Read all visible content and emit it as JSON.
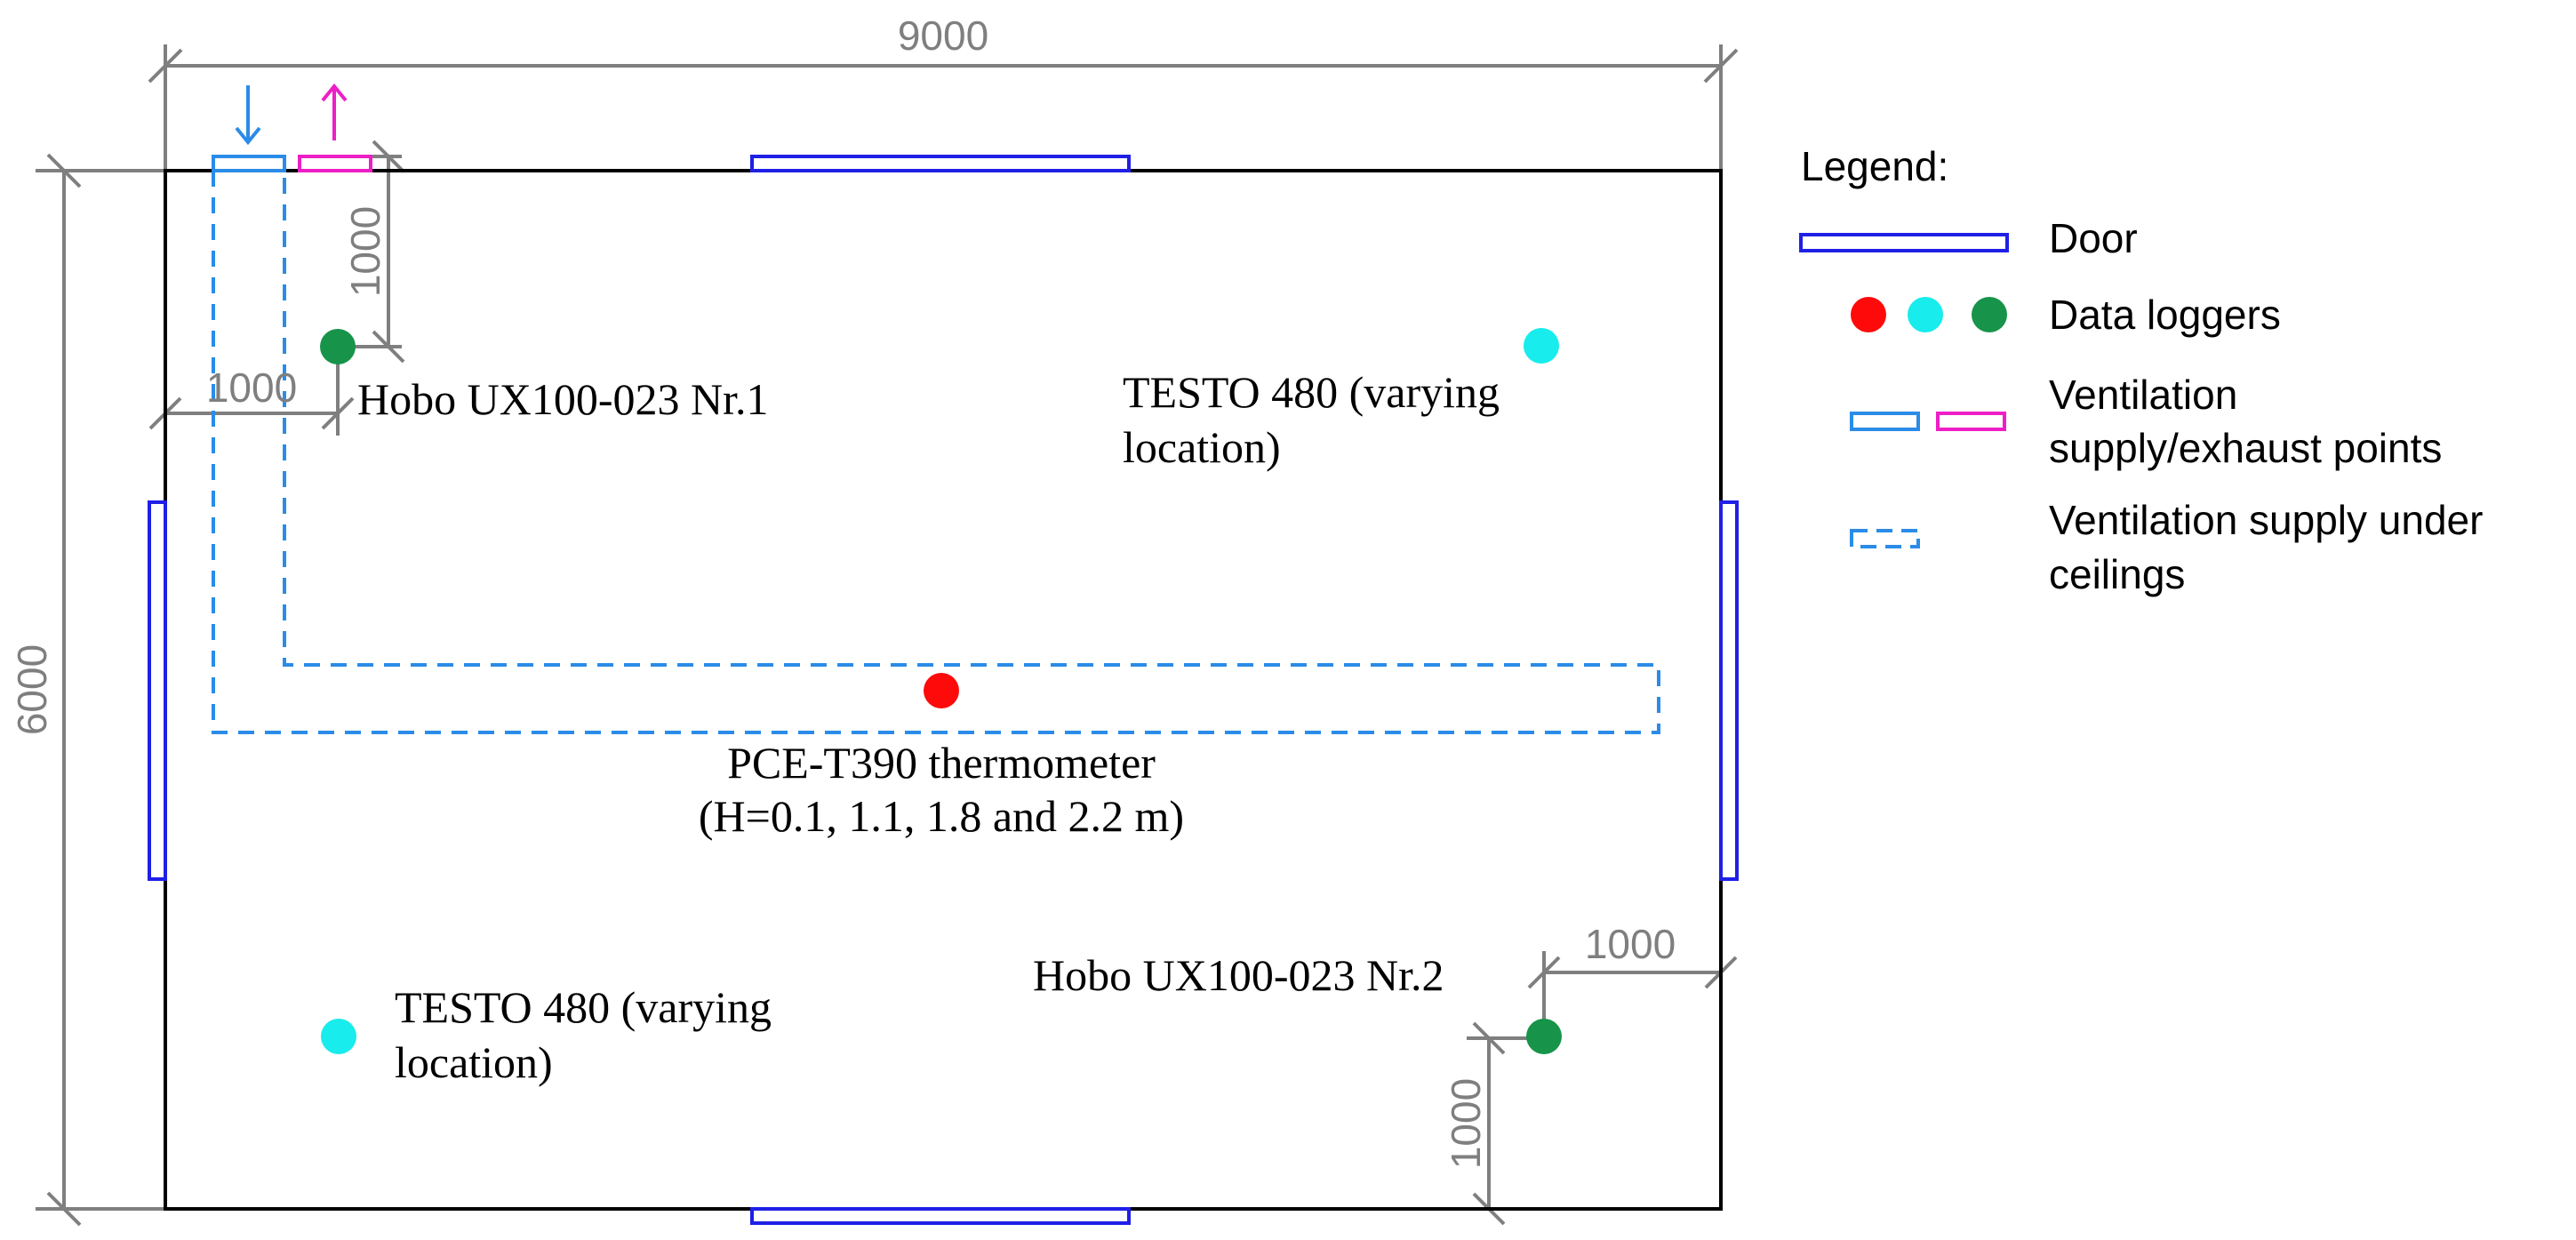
{
  "colors": {
    "door": "#1f1fe6",
    "supply": "#2b8ce8",
    "exhaust": "#ee1fc6",
    "dimension": "#7f7f7f",
    "wall": "#000000",
    "logger_red": "#ff0a0a",
    "logger_cyan": "#18ecec",
    "logger_green": "#17944a"
  },
  "dimensions": {
    "room_width": "9000",
    "room_depth": "6000",
    "offset_vertical_top": "1000",
    "offset_horizontal_left": "1000",
    "offset_horizontal_right": "1000",
    "offset_vertical_bottom": "1000"
  },
  "loggers": {
    "hobo1": "Hobo UX100-023 Nr.1",
    "testo_top": [
      "TESTO 480 (varying",
      "location)"
    ],
    "pce": [
      "PCE-T390 thermometer",
      "(H=0.1, 1.1, 1.8 and 2.2 m)"
    ],
    "hobo2": "Hobo UX100-023 Nr.2",
    "testo_bottom": [
      "TESTO 480 (varying",
      "location)"
    ]
  },
  "icons": {
    "supply_arrow": "arrow-down-icon",
    "exhaust_arrow": "arrow-up-icon"
  },
  "legend": {
    "title": "Legend:",
    "door": "Door",
    "data_loggers": "Data loggers",
    "ventilation_points": [
      "Ventilation",
      "supply/exhaust points"
    ],
    "ventilation_under_ceilings": [
      "Ventilation supply under",
      "ceilings"
    ]
  }
}
